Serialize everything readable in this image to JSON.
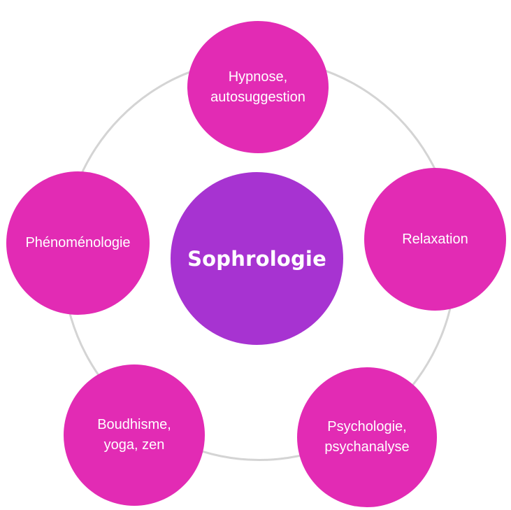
{
  "colors": {
    "outer_node": "#e22bb4",
    "center_node": "#a733d1",
    "ring": "#d4d4d4",
    "text": "#ffffff"
  },
  "center": {
    "label": "Sophrologie"
  },
  "nodes": [
    {
      "id": "hypnose",
      "label": "Hypnose,\nautosuggestion"
    },
    {
      "id": "relaxation",
      "label": "Relaxation"
    },
    {
      "id": "psychologie",
      "label": "Psychologie,\npsychanalyse"
    },
    {
      "id": "boudhisme",
      "label": "Boudhisme,\nyoga, zen"
    },
    {
      "id": "phenomenologie",
      "label": "Phénoménologie"
    }
  ]
}
